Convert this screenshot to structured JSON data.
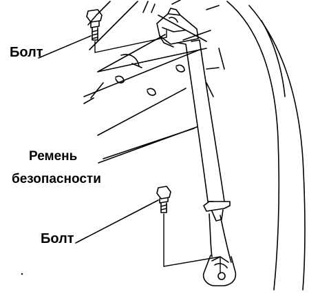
{
  "labels": {
    "bolt_top": "Болт",
    "belt_line1": "Ремень",
    "belt_line2": "безопасности",
    "bolt_bottom": "Болт"
  },
  "colors": {
    "ink": "#000000",
    "paper": "#ffffff"
  }
}
